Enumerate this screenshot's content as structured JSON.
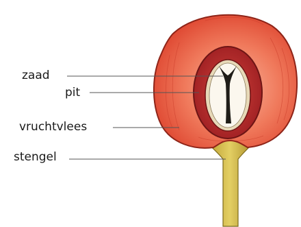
{
  "labels": {
    "seed": "zaad",
    "pit": "pit",
    "flesh": "vruchtvlees",
    "stem": "stengel"
  },
  "colors": {
    "flesh_outer": "#e04a33",
    "flesh_inner": "#f7a08a",
    "pit_ring": "#b8282a",
    "seed_white": "#fbf7ee",
    "stem": "#d1b84a",
    "stem_dark": "#9c8a2a",
    "outline": "#7a1d17"
  }
}
